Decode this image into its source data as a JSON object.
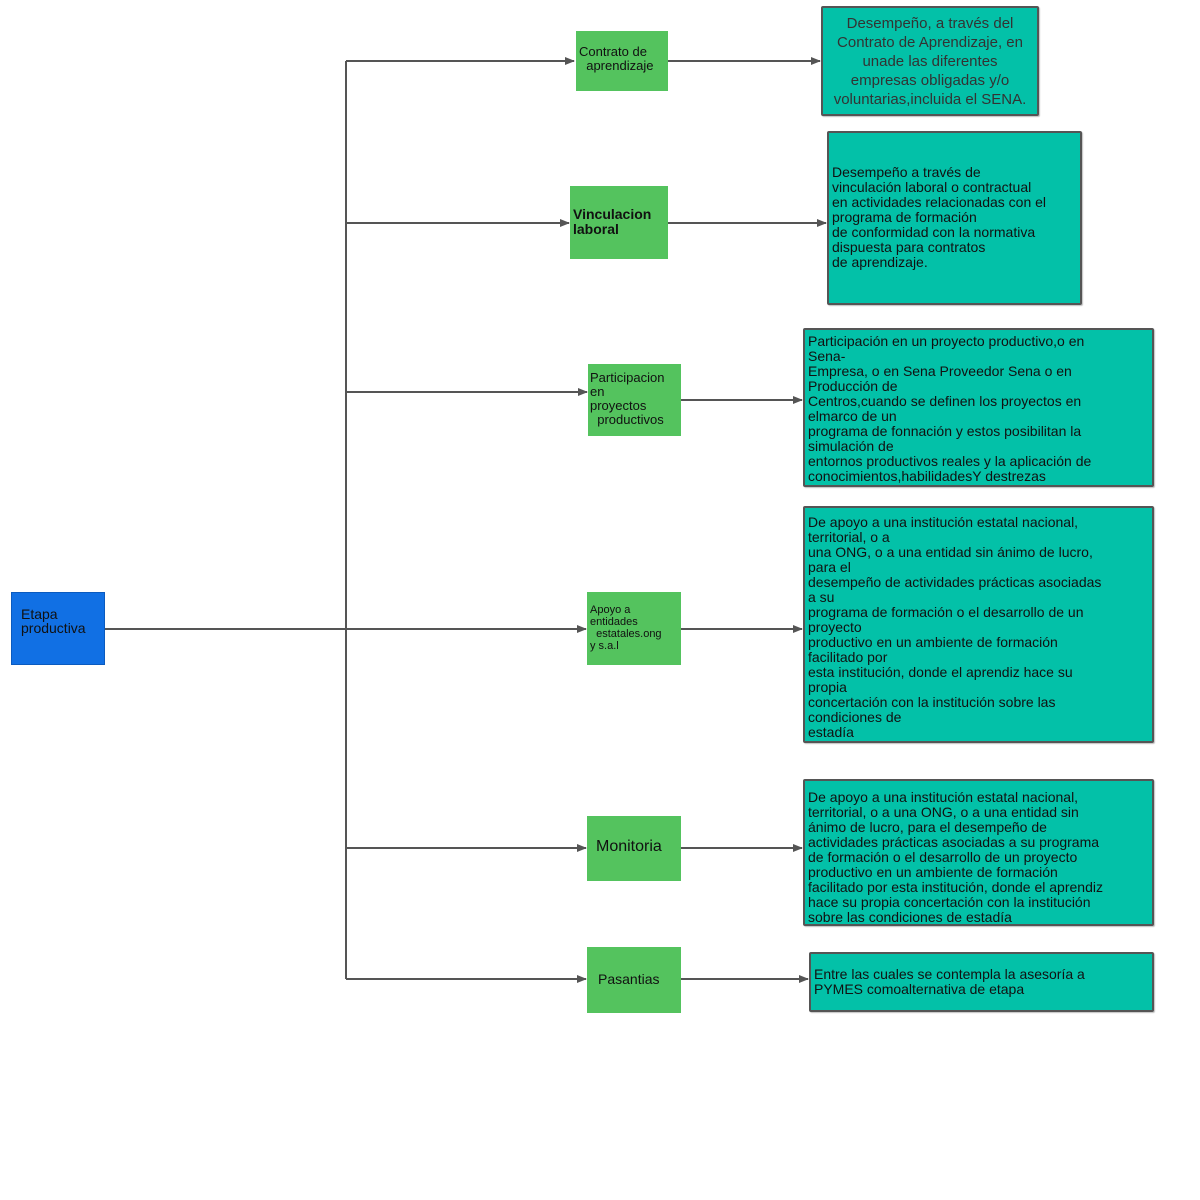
{
  "root": {
    "label": "Etapa\nproductiva"
  },
  "categories": [
    {
      "label": "Contrato de\n  aprendizaje",
      "description": "Desempeño, a través del\nContrato de Aprendizaje, en\nunade las diferentes\nempresas obligadas y/o\nvoluntarias,incluida el SENA."
    },
    {
      "label": "Vinculacion\nlaboral",
      "description": "Desempeño a través de\nvinculación laboral o contractual\nen actividades relacionadas con el\nprograma de formación\nde conformidad con la normativa\ndispuesta para contratos\nde aprendizaje."
    },
    {
      "label": "Participacion\nen\nproyectos\n  productivos",
      "description": "Participación en un proyecto productivo,o en\nSena-\nEmpresa, o en Sena Proveedor Sena o en\nProducción de\nCentros,cuando se definen los proyectos en\nelmarco de un\nprograma de fonnación y estos posibilitan la\nsimulación de\nentornos productivos reales y la aplicación de\nconocimientos,habilidadesY destrezas"
    },
    {
      "label": "Apoyo a\nentidades\n  estatales.ong\ny s.a.l",
      "description": "De apoyo a una institución estatal nacional,\nterritorial, o a\nuna ONG, o a una entidad sin ánimo de lucro,\npara el\ndesempeño de actividades prácticas asociadas\na su\nprograma de formación o el desarrollo de un\nproyecto\nproductivo en un ambiente de formación\nfacilitado por\nesta institución, donde el aprendiz hace su\npropia\nconcertación con la institución sobre las\ncondiciones de\nestadía"
    },
    {
      "label": "Monitoria",
      "description": "De apoyo a una institución estatal nacional,\nterritorial, o a una ONG, o a una entidad sin\nánimo de lucro, para el desempeño de\nactividades prácticas asociadas a su programa\nde formación o el desarrollo de un proyecto\nproductivo en un ambiente de formación\nfacilitado por esta institución, donde el aprendiz\nhace su propia concertación con la institución\nsobre las condiciones de estadía"
    },
    {
      "label": "Pasantias",
      "description": "Entre las cuales se contempla la asesoría a\nPYMES comoalternativa de etapa"
    }
  ],
  "colors": {
    "root_fill": "#1170e4",
    "category_fill": "#54c35e",
    "description_fill": "#03c1a8",
    "description_border": "#555555",
    "connector": "#555555"
  }
}
